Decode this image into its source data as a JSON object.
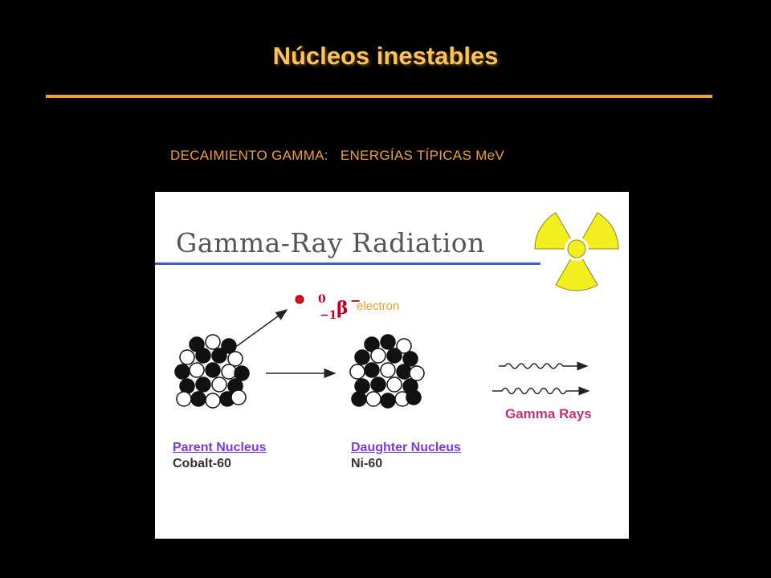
{
  "slide": {
    "title": "Núcleos inestables",
    "subtitle": "DECAIMIENTO GAMMA:   ENERGÍAS TÍPICAS MeV"
  },
  "figure": {
    "title": "Gamma-Ray Radiation",
    "beta_symbol": {
      "mass_number": "0",
      "charge": "−1",
      "glyph": "β",
      "sign": "−"
    },
    "electron_label": "electron",
    "gamma_label": "Gamma Rays",
    "parent": {
      "heading": "Parent Nucleus",
      "name": "Cobalt-60"
    },
    "daughter": {
      "heading": "Daughter Nucleus",
      "name": "Ni-60"
    },
    "icons": [
      "radiation-icon",
      "nucleus-icon",
      "electron-icon",
      "wave-icon",
      "arrow-icon"
    ],
    "colors": {
      "title": "#f7c35a",
      "accent": "#f0a030",
      "rule_blue": "#3b5bcc",
      "beta": "#c0001f",
      "gamma": "#c0337a",
      "link": "#7a3bd9"
    }
  }
}
